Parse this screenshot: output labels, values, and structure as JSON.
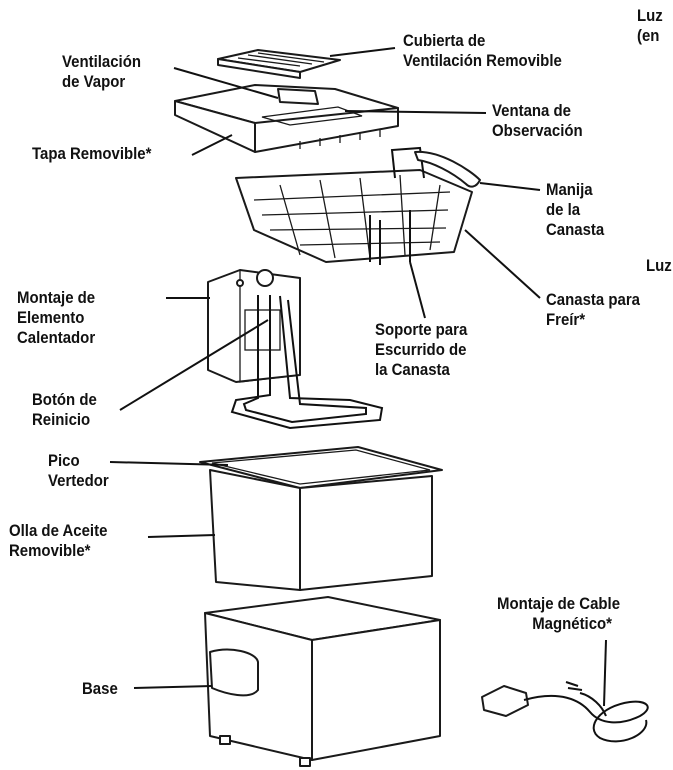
{
  "labels": {
    "luz_top_1": "Luz",
    "luz_top_2": "(en",
    "luz_mid": "Luz",
    "cubierta_1": "Cubierta de",
    "cubierta_2": "Ventilación Removible",
    "ventilacion_1": "Ventilación",
    "ventilacion_2": "de Vapor",
    "ventana_1": "Ventana de",
    "ventana_2": "Observación",
    "tapa": "Tapa Removible*",
    "manija_1": "Manija",
    "manija_2": "de la",
    "manija_3": "Canasta",
    "canasta_1": "Canasta para",
    "canasta_2": "Freír*",
    "montaje_elem_1": "Montaje de",
    "montaje_elem_2": "Elemento",
    "montaje_elem_3": "Calentador",
    "soporte_1": "Soporte para",
    "soporte_2": "Escurrido de",
    "soporte_3": "la Canasta",
    "boton_1": "Botón de",
    "boton_2": "Reinicio",
    "pico_1": "Pico",
    "pico_2": "Vertedor",
    "olla_1": "Olla de Aceite",
    "olla_2": "Removible*",
    "cable_1": "Montaje de Cable",
    "cable_2": "Magnético*",
    "base": "Base"
  }
}
